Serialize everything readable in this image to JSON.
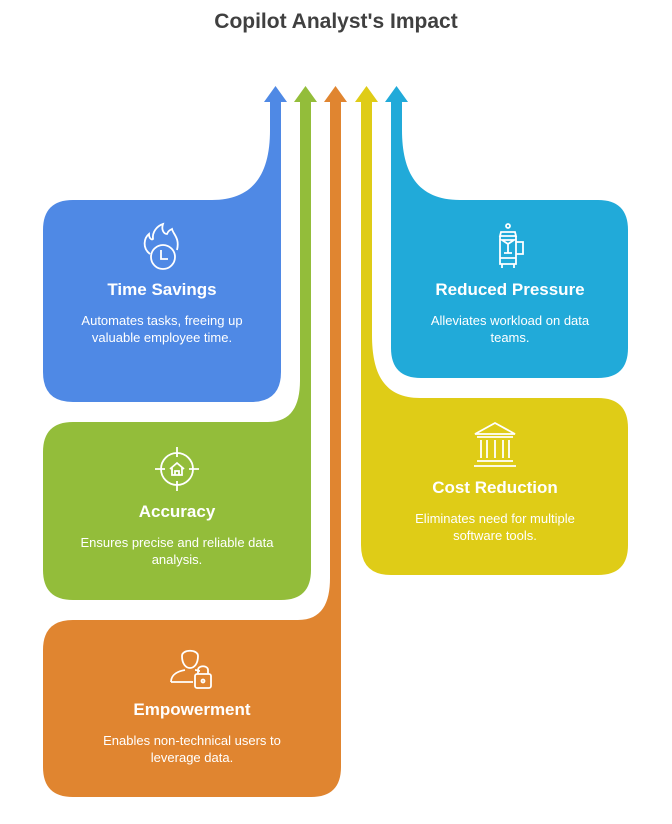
{
  "title": "Copilot Analyst's Impact",
  "colors": {
    "time": "#4f89e5",
    "accuracy": "#93bd3a",
    "empowerment": "#e08530",
    "cost": "#dfcc17",
    "pressure": "#21aad9"
  },
  "cards": {
    "time": {
      "title": "Time Savings",
      "desc": "Automates tasks, freeing up valuable employee time.",
      "icon": "burning-clock-icon"
    },
    "pressure": {
      "title": "Reduced Pressure",
      "desc": "Alleviates workload on data teams.",
      "icon": "french-press-icon"
    },
    "accuracy": {
      "title": "Accuracy",
      "desc": "Ensures precise and reliable data analysis.",
      "icon": "target-home-icon"
    },
    "cost": {
      "title": "Cost Reduction",
      "desc": "Eliminates need for multiple software tools.",
      "icon": "bank-building-icon"
    },
    "empowerment": {
      "title": "Empowerment",
      "desc": "Enables non-technical users to leverage data.",
      "icon": "user-lock-icon"
    }
  }
}
